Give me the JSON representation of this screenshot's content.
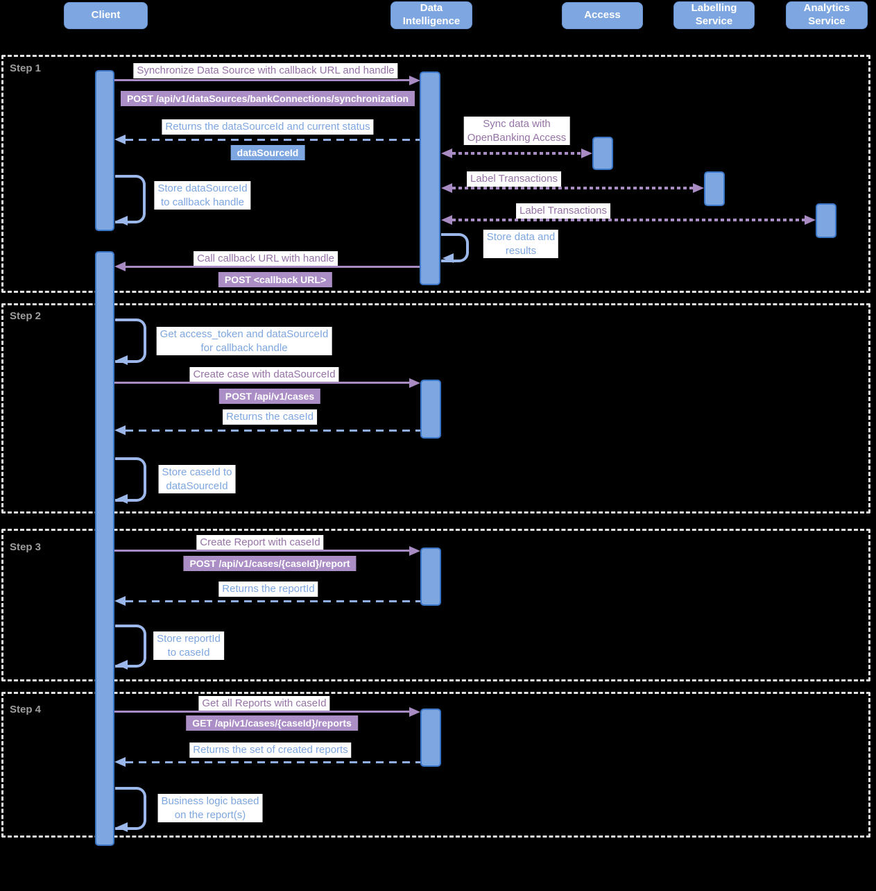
{
  "actors": [
    {
      "id": "client",
      "label": "Client"
    },
    {
      "id": "data-intelligence",
      "label": "Data\nIntelligence"
    },
    {
      "id": "access",
      "label": "Access"
    },
    {
      "id": "labelling-service",
      "label": "Labelling\nService"
    },
    {
      "id": "analytics-service",
      "label": "Analytics\nService"
    }
  ],
  "steps": [
    "Step 1",
    "Step 2",
    "Step 3",
    "Step 4"
  ],
  "step1": {
    "m1_label": "Synchronize Data Source with callback URL and handle",
    "m1_badge": "POST /api/v1/dataSources/bankConnections/synchronization",
    "m2_label": "Returns the dataSourceId and current status",
    "m2_chip": "dataSourceId",
    "m3_label": "Sync data with\nOpenBanking Access",
    "m4_label": "Label Transactions",
    "m5_label": "Label Transactions",
    "loop_client_label": "Store dataSourceId\nto callback handle",
    "loop_di_label": "Store data and\nresults",
    "m6_label": "Call callback URL with handle",
    "m6_badge": "POST <callback URL>"
  },
  "step2": {
    "loop1_label": "Get access_token and dataSourceId\nfor callback handle",
    "m1_label": "Create case with dataSourceId",
    "m1_badge": "POST /api/v1/cases",
    "m2_label": "Returns the caseId",
    "loop2_label": "Store caseId to\ndataSourceId"
  },
  "step3": {
    "m1_label": "Create Report with caseId",
    "m1_badge": "POST /api/v1/cases/{caseId}/report",
    "m2_label": "Returns the reportId",
    "loop_label": "Store reportId\nto caseId"
  },
  "step4": {
    "m1_label": "Get all Reports with caseId",
    "m1_badge": "GET /api/v1/cases/{caseId}/reports",
    "m2_label": "Returns the set of created reports",
    "loop_label": "Business logic based\non the report(s)"
  },
  "colors": {
    "background": "#000000",
    "actor_fill": "#7EA6E0",
    "activation_fill": "#7EA6E0",
    "activation_border": "#3A76C8",
    "request_arrow": "#A98BC4",
    "request_text": "#9673A6",
    "badge_fill": "#AC8EC6",
    "response_arrow": "#9CB8EA",
    "response_text": "#7EA6E0",
    "chip_fill": "#7EA6E0",
    "frame_dash": "#E4E4E4",
    "step_label": "#9E9E9E",
    "label_background": "#FFFFFF"
  }
}
